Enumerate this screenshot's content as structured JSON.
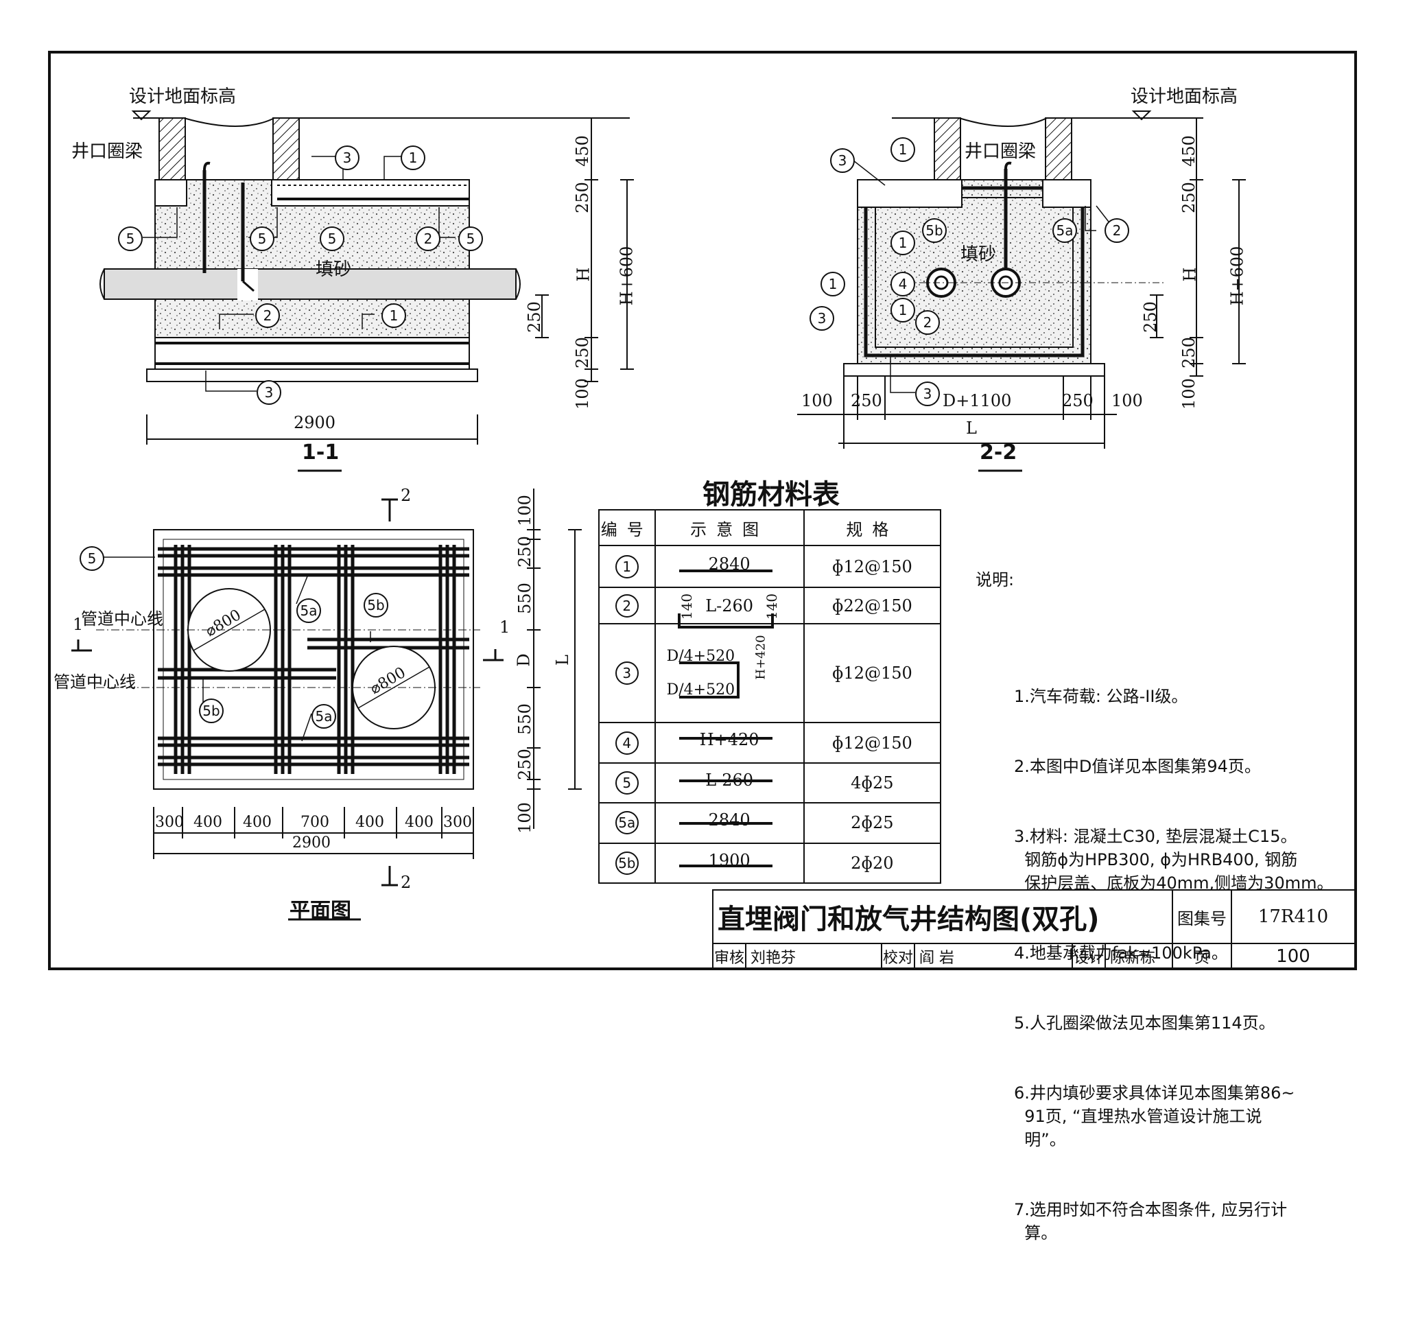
{
  "labels": {
    "ground_level": "设计地面标高",
    "manhole_beam": "井口圈梁",
    "sand_fill": "填砂",
    "pipe_centerline": "管道中心线",
    "section_1_1": "1-1",
    "section_2_2": "2-2",
    "plan_view": "平面图",
    "sec_mark_1": "1",
    "sec_mark_2": "2",
    "dia_800": "⌀800"
  },
  "dims_1_1": {
    "d450": "450",
    "d250_top": "250",
    "dH": "H",
    "dH600": "H+600",
    "d250_mid": "250",
    "d250_bot": "250",
    "d100": "100",
    "d2900": "2900"
  },
  "dims_2_2": {
    "d450": "450",
    "d250_top": "250",
    "dH": "H",
    "dH600": "H+600",
    "d250_mid": "250",
    "d250_bot": "250",
    "d100": "100",
    "b100a": "100",
    "b250a": "250",
    "bD1100": "D+1100",
    "b250b": "250",
    "b100b": "100",
    "bL": "L"
  },
  "dims_plan": {
    "v100a": "100",
    "v250a": "250",
    "v550a": "550",
    "vD": "D",
    "v550b": "550",
    "v250b": "250",
    "v100b": "100",
    "vL": "L",
    "h": [
      "300",
      "400",
      "400",
      "700",
      "400",
      "400",
      "300"
    ],
    "h2900": "2900"
  },
  "callouts": {
    "c1": "1",
    "c2": "2",
    "c3": "3",
    "c4": "4",
    "c5": "5",
    "c5a": "5a",
    "c5b": "5b"
  },
  "table": {
    "title": "钢筋材料表",
    "headers": [
      "编号",
      "示意图",
      "规格"
    ],
    "rows": [
      {
        "no": "1",
        "shape_main": "2840",
        "shape_side": "",
        "spec": "ɸ12@150"
      },
      {
        "no": "2",
        "shape_main": "L-260",
        "shape_side": "140",
        "spec": "ɸ22@150"
      },
      {
        "no": "3",
        "shape_main": "D/4+520",
        "shape_side": "H+420",
        "spec": "ɸ12@150"
      },
      {
        "no": "4",
        "shape_main": "H+420",
        "shape_side": "",
        "spec": "ɸ12@150"
      },
      {
        "no": "5",
        "shape_main": "L-260",
        "shape_side": "",
        "spec": "4ɸ25"
      },
      {
        "no": "5a",
        "shape_main": "2840",
        "shape_side": "",
        "spec": "2ɸ25"
      },
      {
        "no": "5b",
        "shape_main": "1900",
        "shape_side": "",
        "spec": "2ɸ20"
      }
    ]
  },
  "notes": {
    "heading": "说明:",
    "items": [
      "1.汽车荷载: 公路-II级。",
      "2.本图中D值详见本图集第94页。",
      "3.材料: 混凝土C30, 垫层混凝土C15。\n  钢筋ɸ为HPB300, ɸ为HRB400, 钢筋\n  保护层盖、底板为40mm,侧墙为30mm。",
      "4.地基承载力fak=100kPa。",
      "5.人孔圈梁做法见本图集第114页。",
      "6.井内填砂要求具体详见本图集第86~\n  91页, “直埋热水管道设计施工说\n  明”。",
      "7.选用时如不符合本图条件, 应另行计\n  算。"
    ]
  },
  "title_block": {
    "title": "直埋阀门和放气井结构图(双孔)",
    "atlas_label": "图集号",
    "atlas_no": "17R410",
    "review_label": "审核",
    "reviewer": "刘艳芬",
    "check_label": "校对",
    "checker": "阎 岩",
    "design_label": "设计",
    "designer": "陈新栋",
    "page_label": "页",
    "page_no": "100"
  }
}
